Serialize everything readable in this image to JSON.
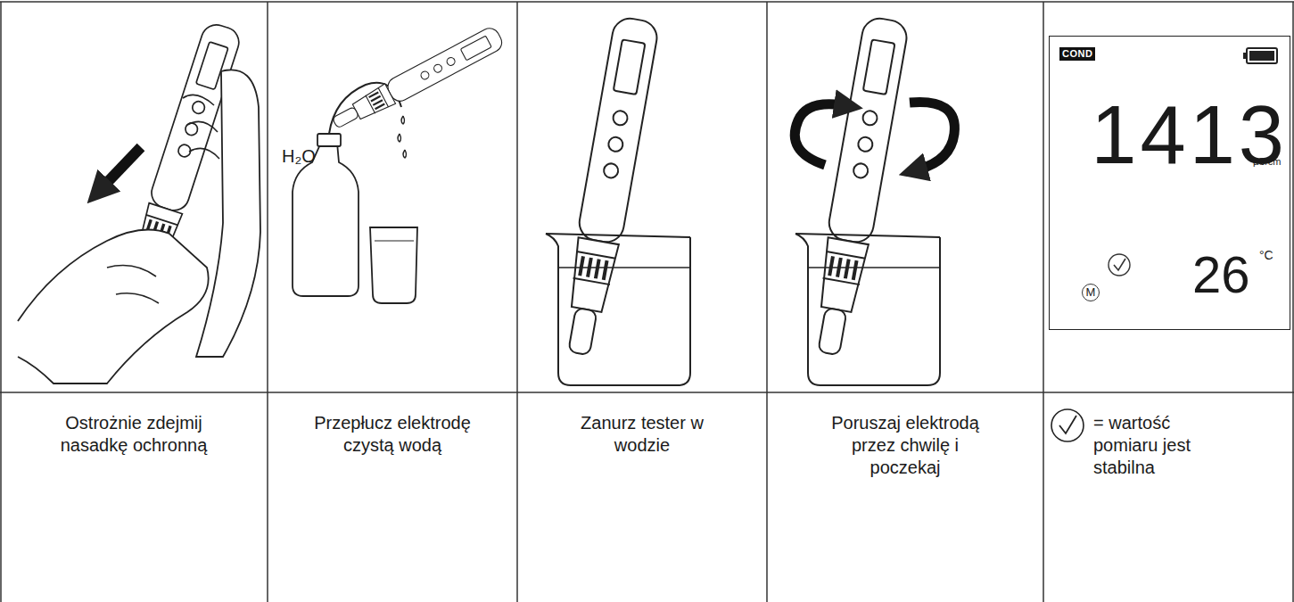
{
  "diagram": {
    "nodes": [
      {
        "text": [
          "Ostrożnie zdejmij nasadkę ochronną"
        ]
      },
      {
        "text": [
          "Przepłucz elektrodę czystą wodą"
        ]
      },
      {
        "text": [
          "Zanurz tester w wodzie"
        ]
      },
      {
        "text": [
          "Poruszaj elektrodą przez chwilę i poczekaj"
        ]
      },
      {
        "text": [
          "= wartość pomiaru jest stabilna"
        ]
      },
      {
        "text": [
          "COND",
          "1413",
          "µS/cm",
          "26",
          "°C",
          "M"
        ]
      }
    ],
    "labels": [
      "H₂O"
    ]
  }
}
